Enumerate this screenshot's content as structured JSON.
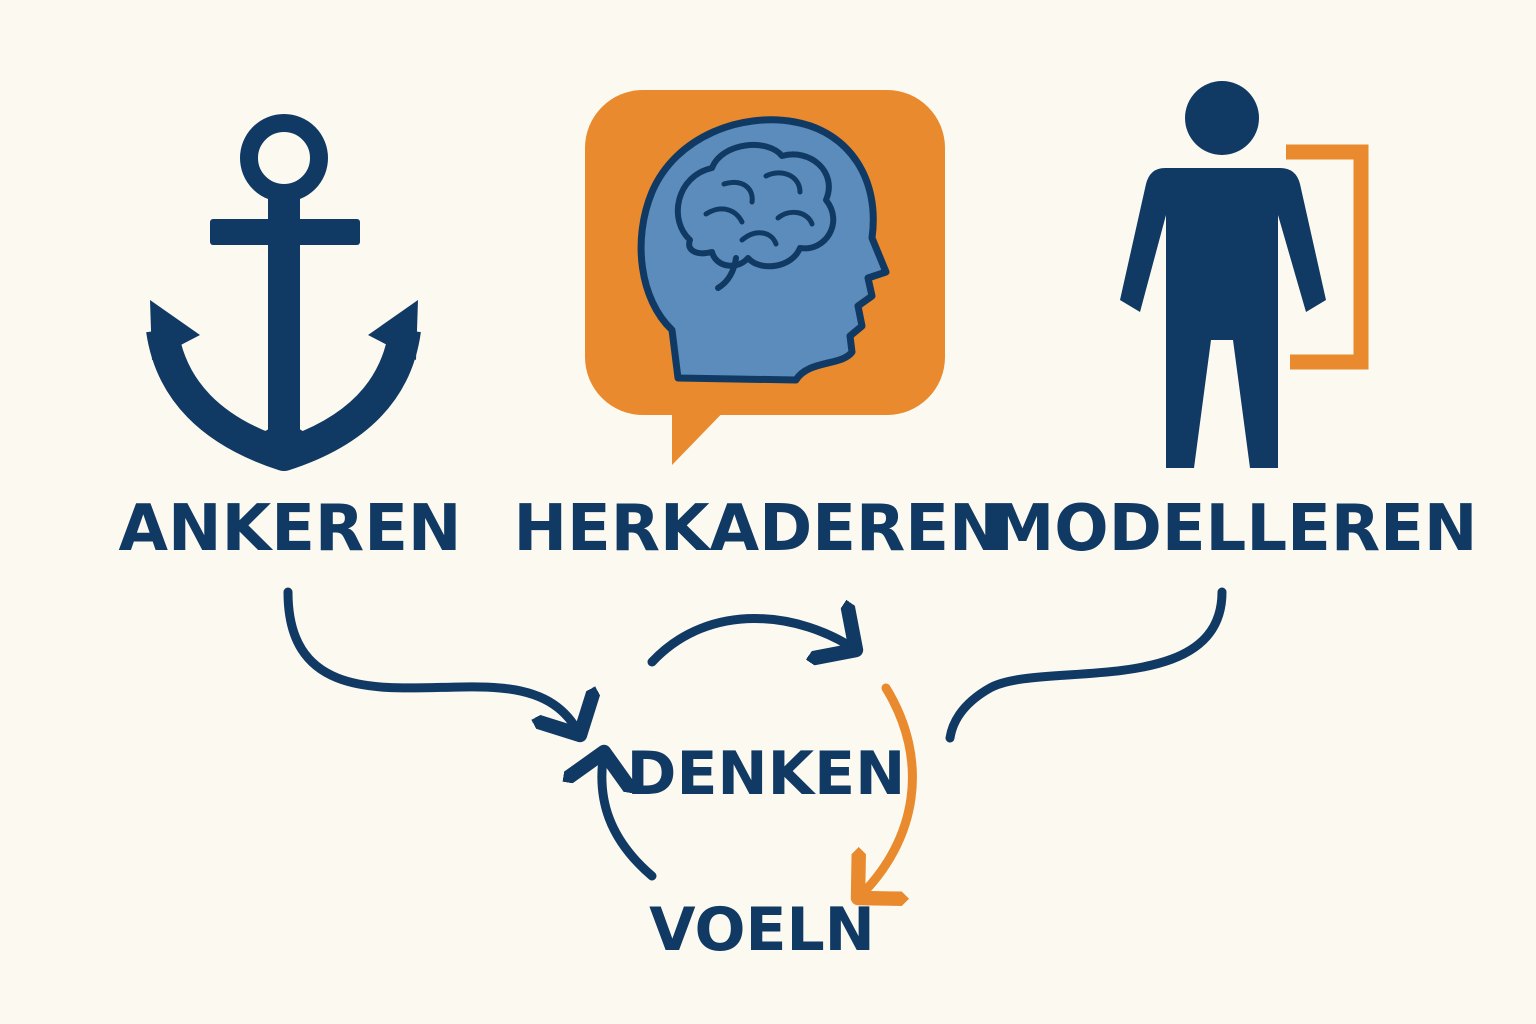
{
  "colors": {
    "navy": "#103a63",
    "orange": "#e88a2d",
    "brain_blue": "#5b8cbc",
    "background": "#fcf9f0"
  },
  "techniques": [
    {
      "label": "ANKEREN",
      "icon": "anchor-icon"
    },
    {
      "label": "HERKADEREN",
      "icon": "head-brain-speech-bubble-icon"
    },
    {
      "label": "MODELLEREN",
      "icon": "person-mirror-icon"
    }
  ],
  "cycle": {
    "top_label": "DENKEN",
    "bottom_label": "VOELN"
  }
}
